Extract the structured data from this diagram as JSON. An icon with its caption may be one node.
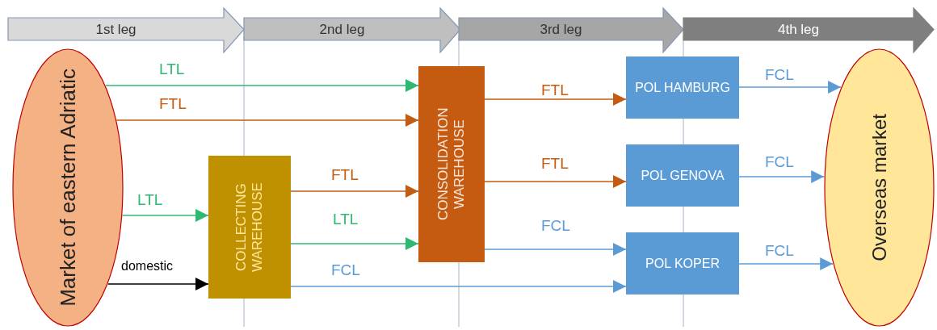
{
  "diagram": {
    "nodes": [
      {
        "text": [
          "1st leg"
        ]
      },
      {
        "text": [
          "2nd leg"
        ]
      },
      {
        "text": [
          "3rd leg"
        ]
      },
      {
        "text": [
          "4th leg"
        ]
      },
      {
        "text": [
          "Market of eastern Adriatic"
        ]
      },
      {
        "text": [
          "COLLECTING WAREHOUSE"
        ]
      },
      {
        "text": [
          "CONSOLIDATION WAREHOUSE"
        ]
      },
      {
        "text": [
          "POL HAMBURG"
        ]
      },
      {
        "text": [
          "POL GENOVA"
        ]
      },
      {
        "text": [
          "POL KOPER"
        ]
      },
      {
        "text": [
          "Overseas market"
        ]
      }
    ],
    "edges": [
      {
        "from": 4,
        "to": 6,
        "arrow": "to",
        "label": "LTL",
        "color": "#2eb872"
      },
      {
        "from": 4,
        "to": 6,
        "arrow": "to",
        "label": "FTL",
        "color": "#c55a11"
      },
      {
        "from": 4,
        "to": 5,
        "arrow": "to",
        "label": "LTL",
        "color": "#2eb872"
      },
      {
        "from": 4,
        "to": 5,
        "arrow": "to",
        "label": "domestic",
        "color": "#000000"
      },
      {
        "from": 5,
        "to": 6,
        "arrow": "to",
        "label": "FTL",
        "color": "#c55a11"
      },
      {
        "from": 5,
        "to": 6,
        "arrow": "to",
        "label": "LTL",
        "color": "#2eb872"
      },
      {
        "from": 5,
        "to": 9,
        "arrow": "to",
        "label": "FCL"
      },
      {
        "from": 6,
        "to": 7,
        "arrow": "to",
        "label": "FTL",
        "color": "#c55a11"
      },
      {
        "from": 6,
        "to": 8,
        "arrow": "to",
        "label": "FTL",
        "color": "#c55a11"
      },
      {
        "from": 6,
        "to": 9,
        "arrow": "to",
        "label": "FCL"
      },
      {
        "from": 7,
        "to": 10,
        "arrow": "to",
        "label": "FCL"
      },
      {
        "from": 8,
        "to": 10,
        "arrow": "to",
        "label": "FCL"
      },
      {
        "from": 9,
        "to": 10,
        "arrow": "to",
        "label": "FCL"
      }
    ]
  }
}
